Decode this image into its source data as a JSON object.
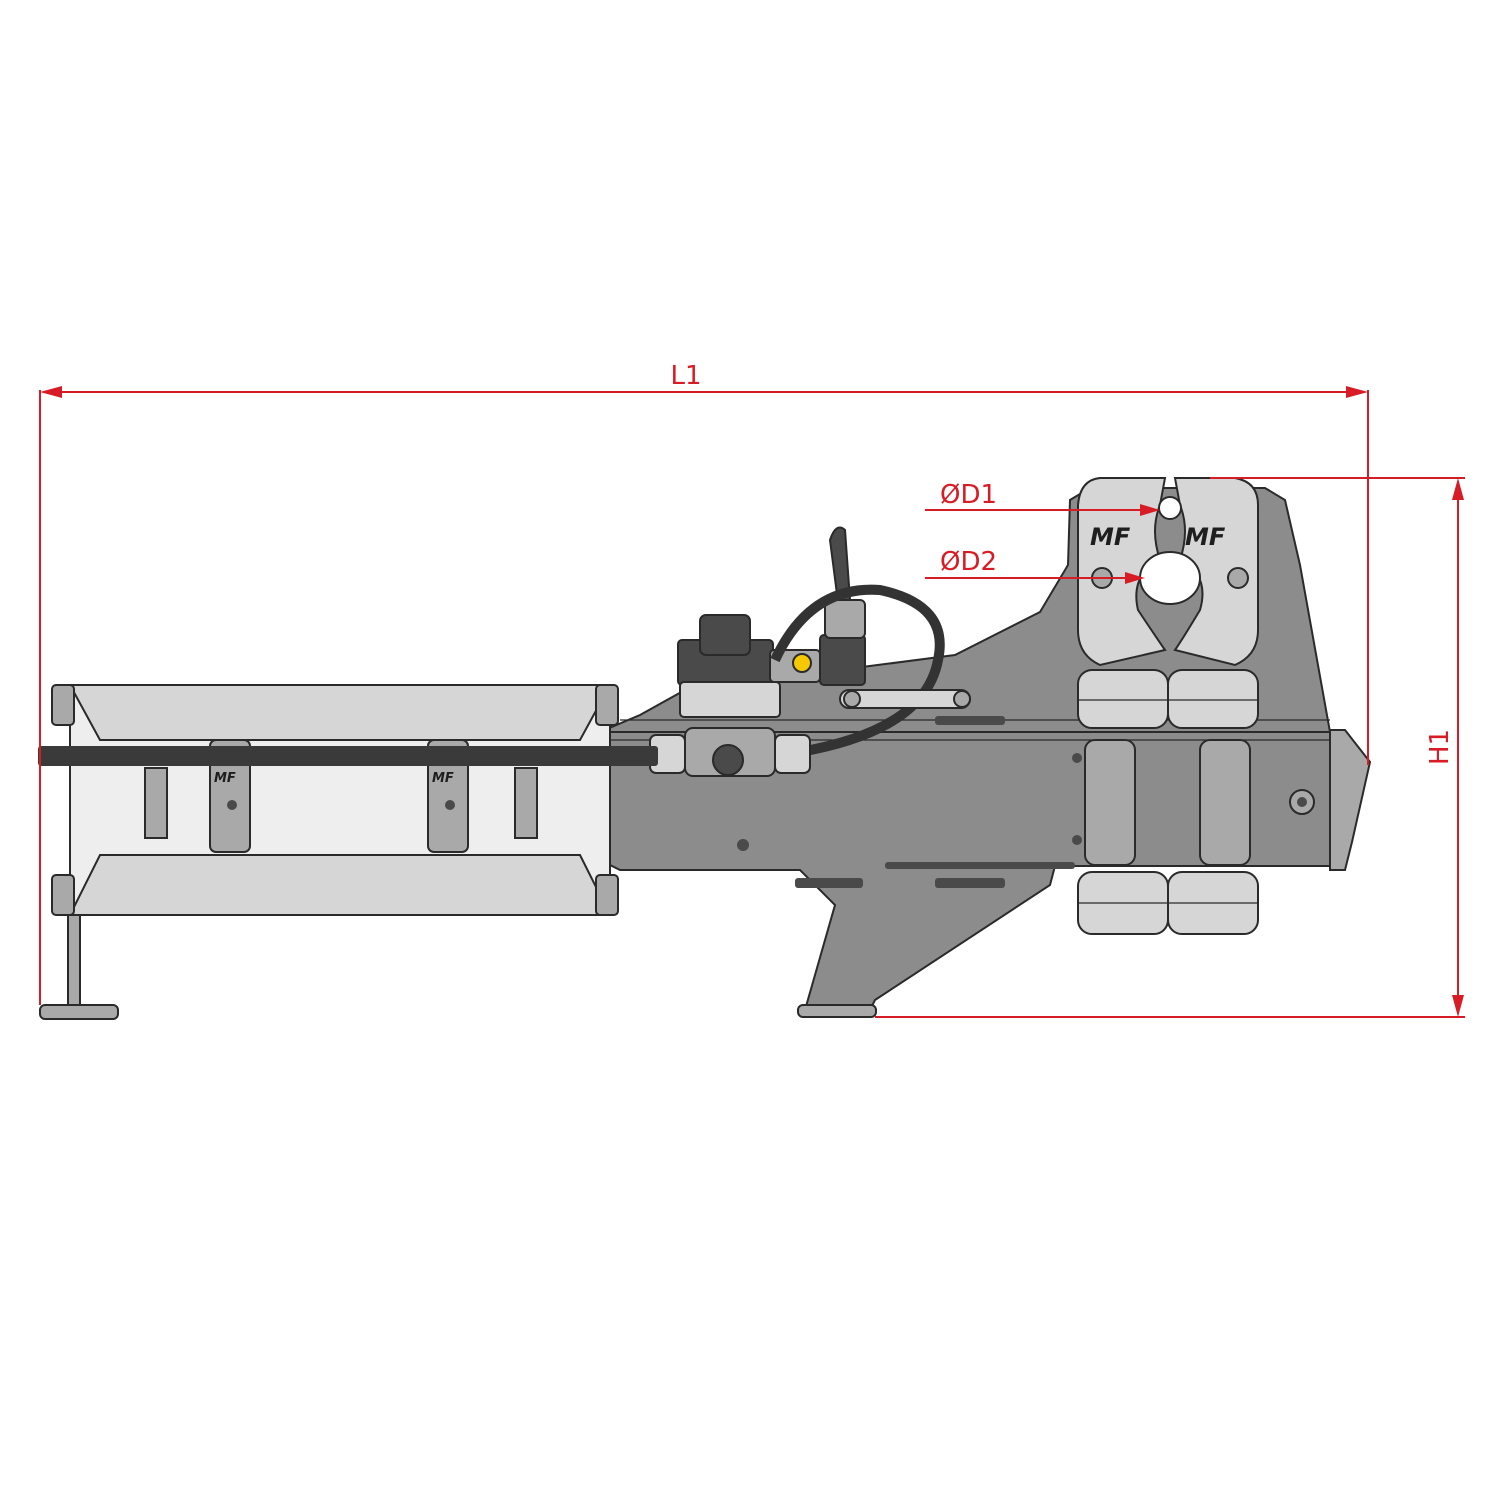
{
  "dimensions": {
    "length_label": "L1",
    "height_label": "H1",
    "diameter1_label": "ØD1",
    "diameter2_label": "ØD2"
  },
  "logos": {
    "jaw_left": "MF",
    "jaw_right": "MF",
    "clamp_left": "MF",
    "clamp_right": "MF"
  },
  "colors": {
    "dimension": "#d81c25",
    "body": "#8c8c8c",
    "outline": "#2a2a2a"
  }
}
